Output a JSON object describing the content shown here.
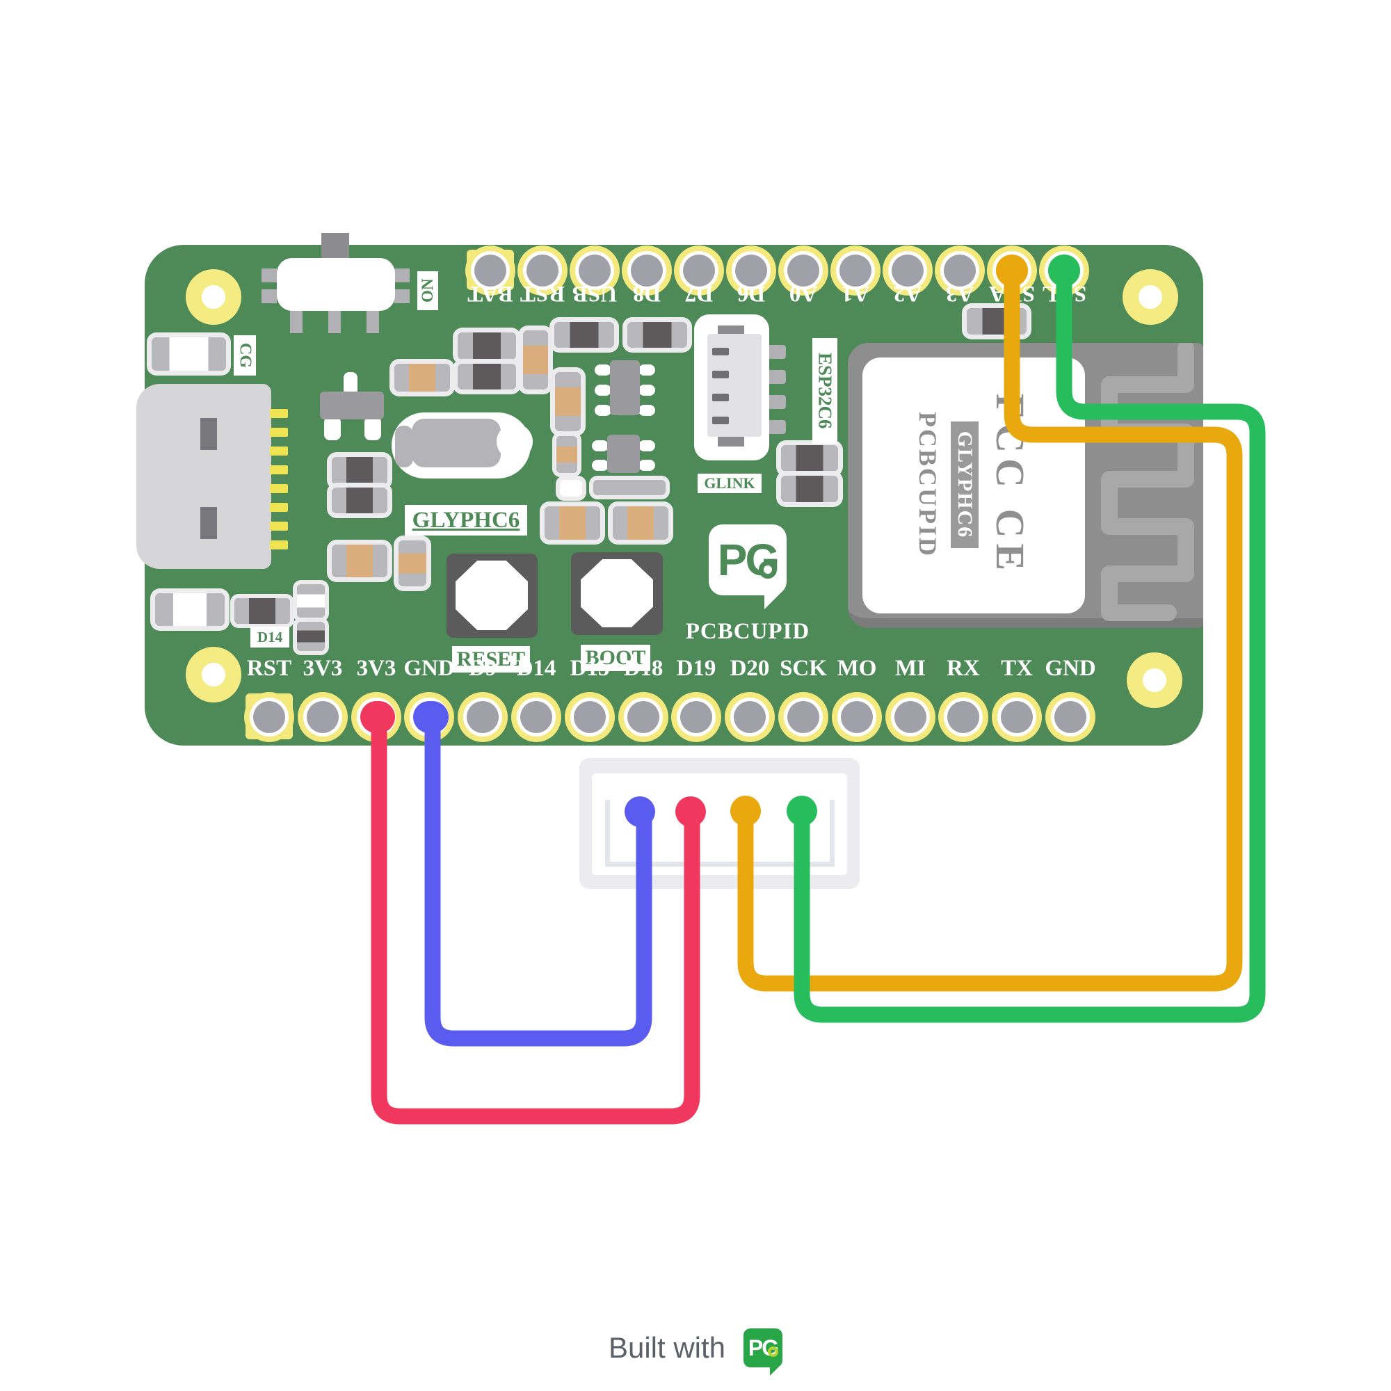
{
  "board": {
    "top_pins": [
      "BAT",
      "RST",
      "USB",
      "D8",
      "D7",
      "D6",
      "A0",
      "A1",
      "A2",
      "A3",
      "SDA",
      "SCL"
    ],
    "bottom_pins": [
      "RST",
      "3V3",
      "3V3",
      "GND",
      "D9",
      "D14",
      "D15",
      "D18",
      "D19",
      "D20",
      "SCK",
      "MO",
      "MI",
      "RX",
      "TX",
      "GND"
    ],
    "silkscreen": {
      "on": "ON",
      "cg": "CG",
      "d14": "D14",
      "glyphc6": "GLYPHC6",
      "reset": "RESET",
      "boot": "BOOT",
      "glink": "GLINK",
      "esp32c6": "ESP32C6",
      "brand": "PCBCUPID",
      "logo": "PG"
    },
    "module": {
      "fcc_ce": "FCC CE",
      "badge": "GLYPHC6",
      "brand": "PCBCUPID"
    }
  },
  "wires": [
    {
      "id": "red",
      "signal": "3V3",
      "color": "#f0385f"
    },
    {
      "id": "blue",
      "signal": "GND",
      "color": "#5a5cf0"
    },
    {
      "id": "yellow",
      "signal": "SDA",
      "color": "#e9a90e"
    },
    {
      "id": "green",
      "signal": "SCL",
      "color": "#27bd5d"
    }
  ],
  "connector": {
    "pins": [
      {
        "signal": "GND",
        "wire": "blue"
      },
      {
        "signal": "3V3",
        "wire": "red"
      },
      {
        "signal": "SDA",
        "wire": "yellow"
      },
      {
        "signal": "SCL",
        "wire": "green"
      }
    ]
  },
  "footer": {
    "built_with": "Built with",
    "logo": "PG"
  },
  "colors": {
    "board_green": "#4e8a58",
    "pad_ring_yellow": "#f3e97c",
    "logo_green": "#28a546"
  }
}
